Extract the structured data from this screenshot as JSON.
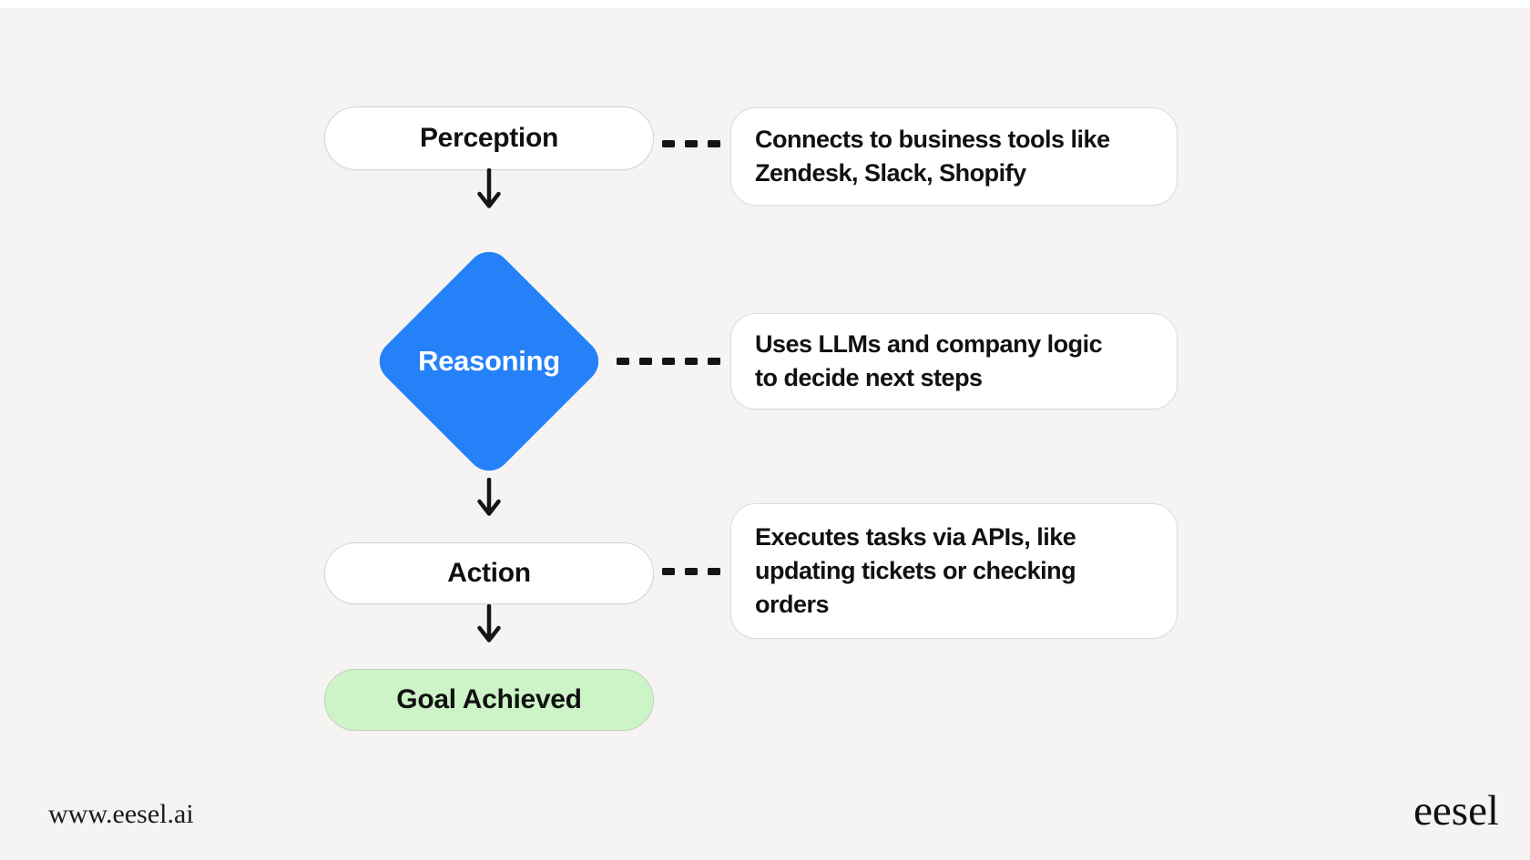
{
  "flow": {
    "nodes": [
      {
        "id": "perception",
        "label": "Perception",
        "shape": "pill",
        "fill": "#ffffff"
      },
      {
        "id": "reasoning",
        "label": "Reasoning",
        "shape": "diamond",
        "fill": "#2581f8"
      },
      {
        "id": "action",
        "label": "Action",
        "shape": "pill",
        "fill": "#ffffff"
      },
      {
        "id": "goal",
        "label": "Goal Achieved",
        "shape": "pill",
        "fill": "#ccf4c6"
      }
    ],
    "annotations": [
      {
        "node": "perception",
        "text": "Connects to business tools like\nZendesk, Slack, Shopify"
      },
      {
        "node": "reasoning",
        "text": "Uses LLMs and company logic\nto decide next steps"
      },
      {
        "node": "action",
        "text": "Executes tasks via APIs, like\nupdating tickets or checking\norders"
      }
    ]
  },
  "colors": {
    "background": "#f5f4f2",
    "top_strip": "#ffffff",
    "node_fill": "#ffffff",
    "reasoning_fill": "#2581f8",
    "goal_fill": "#ccf4c6",
    "connector": "#151515",
    "text": "#111111"
  },
  "footer": {
    "website": "www.eesel.ai",
    "logo_text": "eesel"
  }
}
